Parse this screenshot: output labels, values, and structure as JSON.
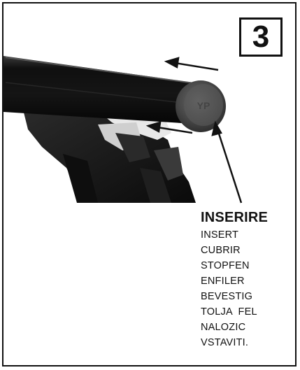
{
  "step": {
    "number": "3"
  },
  "instruction": {
    "title": "INSERIRE",
    "translations": [
      "INSERT",
      "CUBRIR",
      "STOPFEN",
      "ENFILER",
      "BEVESTIG",
      "TOLJA  FEL",
      "NALOZIC",
      "VSTAVITI."
    ]
  },
  "colors": {
    "ink": "#111111",
    "bar": "#1c1c1c",
    "end_cap": "#4a4a4a",
    "background": "#ffffff"
  },
  "illustration": {
    "subject": "roof-bar-with-end-cap",
    "arrows": 3
  }
}
